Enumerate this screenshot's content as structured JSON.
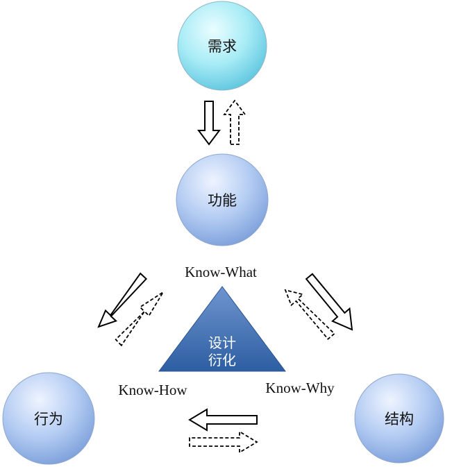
{
  "nodes": {
    "demand": "需求",
    "function": "功能",
    "behavior": "行为",
    "structure": "结构"
  },
  "center": {
    "line1": "设计",
    "line2": "衍化"
  },
  "know": {
    "what": "Know-What",
    "how": "Know-How",
    "why": "Know-Why"
  },
  "colors": {
    "demand_light": "#eafdff",
    "demand_mid": "#a8ecf6",
    "demand_dark": "#63c8e0",
    "function_light": "#eef4ff",
    "function_mid": "#b5cdf3",
    "function_dark": "#7fa2dc",
    "triangle_top": "#6f95cf",
    "triangle_bottom": "#2d5ea2"
  }
}
